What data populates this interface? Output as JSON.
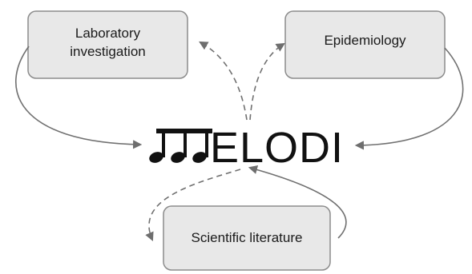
{
  "nodes": {
    "laboratory": {
      "line1": "Laboratory",
      "line2": "investigation"
    },
    "epidemiology": {
      "label": "Epidemiology"
    },
    "literature": {
      "label": "Scientific literature"
    }
  },
  "logo": {
    "text": "ELODI",
    "icon": "music-notes-icon"
  },
  "colors": {
    "box_fill": "#e8e8e8",
    "box_stroke": "#8c8c8c",
    "arrow": "#707070",
    "text": "#1a1a1a"
  }
}
